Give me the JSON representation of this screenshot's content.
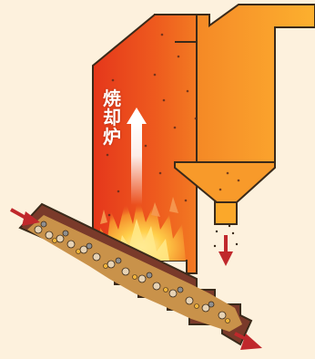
{
  "diagram": {
    "furnace_label_chars": [
      "焼",
      "却",
      "炉"
    ],
    "colors": {
      "background": "#fdf1dd",
      "furnace_hot": "#e8421c",
      "furnace_warm": "#f47a22",
      "duct": "#fba82a",
      "flame": "#ffd24a",
      "arrow": "#c0282c",
      "outline": "#3a2a1a"
    },
    "icons": [
      "up-arrow-icon",
      "flame-icon",
      "feed-arrow-icon",
      "output-arrow-icon",
      "down-arrow-icon"
    ]
  }
}
